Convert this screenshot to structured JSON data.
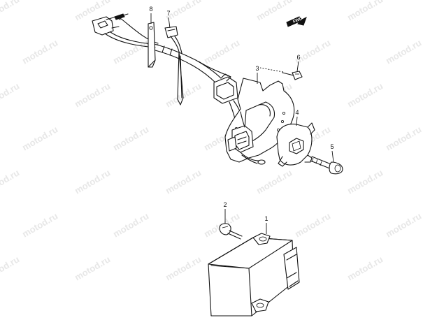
{
  "watermark": "motod.ru",
  "direction_badge": "FWD",
  "callouts": {
    "c1": "1",
    "c2": "2",
    "c3": "3",
    "c4": "4",
    "c5": "5",
    "c6": "6",
    "c7": "7",
    "c8": "8"
  }
}
